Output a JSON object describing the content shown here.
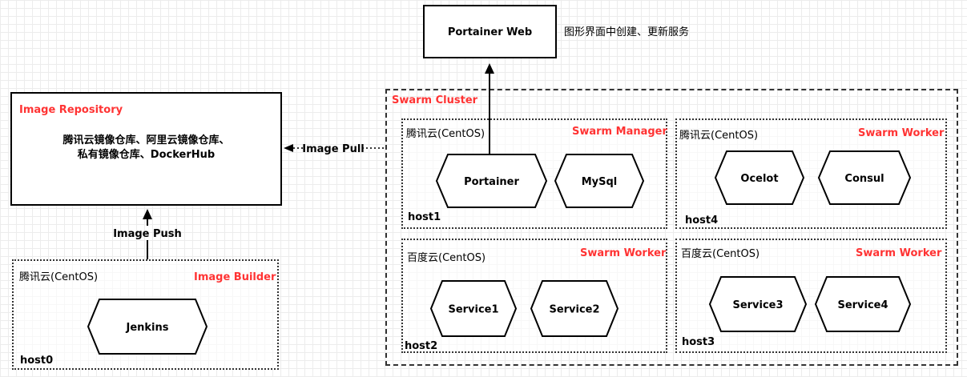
{
  "portainer_web": {
    "title": "Portainer Web",
    "note": "图形界面中创建、更新服务"
  },
  "image_repository": {
    "title": "Image Repository",
    "line1": "腾讯云镜像仓库、阿里云镜像仓库、",
    "line2": "私有镜像仓库、DockerHub"
  },
  "edges": {
    "image_pull": "Image Pull",
    "image_push": "Image Push"
  },
  "host0": {
    "provider": "腾讯云(CentOS)",
    "role": "Image Builder",
    "host": "host0",
    "services": [
      "Jenkins"
    ]
  },
  "swarm_cluster": {
    "title": "Swarm Cluster"
  },
  "host1": {
    "provider": "腾讯云(CentOS)",
    "role": "Swarm Manager",
    "host": "host1",
    "services": [
      "Portainer",
      "MySql"
    ]
  },
  "host4": {
    "provider": "腾讯云(CentOS)",
    "role": "Swarm Worker",
    "host": "host4",
    "services": [
      "Ocelot",
      "Consul"
    ]
  },
  "host2": {
    "provider": "百度云(CentOS)",
    "role": "Swarm Worker",
    "host": "host2",
    "services": [
      "Service1",
      "Service2"
    ]
  },
  "host3": {
    "provider": "百度云(CentOS)",
    "role": "Swarm Worker",
    "host": "host3",
    "services": [
      "Service3",
      "Service4"
    ]
  }
}
